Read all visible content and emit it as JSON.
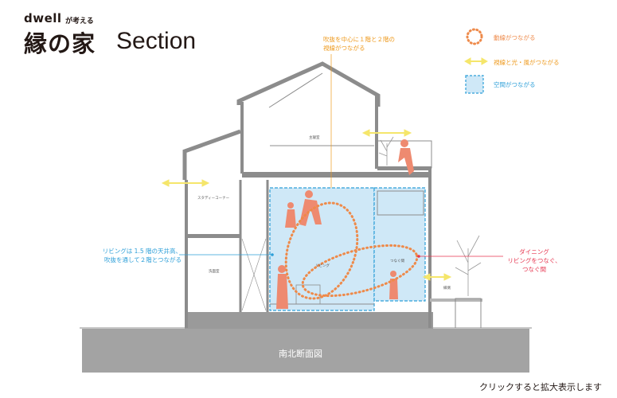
{
  "header": {
    "brand": "dwell",
    "brand_sub": "が考える",
    "title_jp": "縁の家",
    "title_en": "Section"
  },
  "notes": {
    "top_center": [
      "吹抜を中心に１階と２階の",
      "視線がつながる"
    ],
    "left": [
      "リビングは 1.5 階の天井高、",
      "吹抜を通して２階とつながる"
    ],
    "right": [
      "ダイニング",
      "リビングをつなぐ、",
      "つなぐ間"
    ]
  },
  "legend": [
    {
      "label": "動線がつながる",
      "icon": "dotted-circle-icon",
      "color": "#ee8a4a"
    },
    {
      "label": "視線と光・風がつながる",
      "icon": "double-arrow-icon",
      "color": "#f5e66b"
    },
    {
      "label": "空間がつながる",
      "icon": "dashed-square-icon",
      "color": "#2d9fd8"
    }
  ],
  "rooms": {
    "bedroom": "主寝室",
    "study": "スタディーコーナー",
    "washroom": "洗面室",
    "living": "リビング",
    "tsunagu": "つなぐ間",
    "porch": "縁側"
  },
  "caption": "南北断面図",
  "zoom_link": "クリックすると拡大表示します",
  "colors": {
    "wall": "#8c8c8c",
    "ground": "#a3a3a3",
    "space": "#cfe8f7",
    "figure": "#ee8a70",
    "accent_orange": "#ee9a1e",
    "accent_blue": "#2d9fd8",
    "accent_red": "#e6354f"
  }
}
